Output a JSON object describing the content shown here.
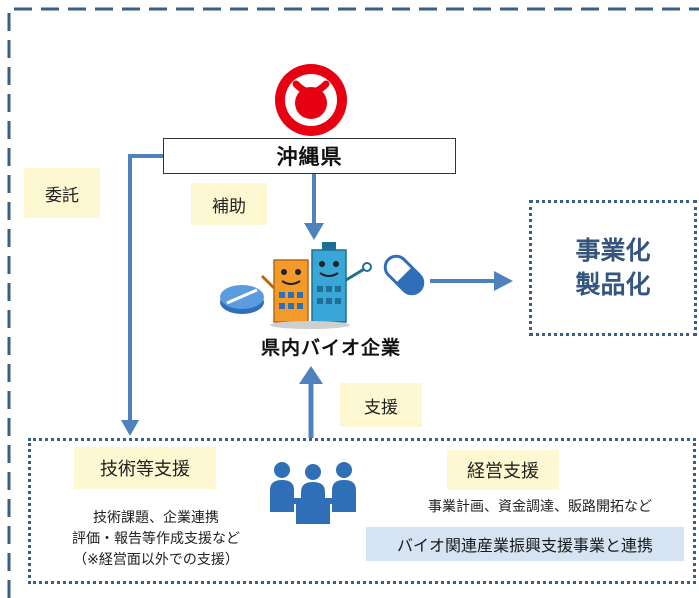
{
  "prefecture": {
    "name": "沖縄県"
  },
  "labels": {
    "consignment": "委託",
    "subsidy": "補助",
    "support": "支援"
  },
  "company": {
    "label": "県内バイオ企業"
  },
  "commercialization": {
    "line1": "事業化",
    "line2": "製品化"
  },
  "tech_support": {
    "title": "技術等支援",
    "lines": [
      "技術課題、企業連携",
      "評価・報告等作成支援など",
      "（※経営面以外での支援）"
    ]
  },
  "management_support": {
    "title": "経営支援",
    "detail": "事業計画、資金調達、販路開拓など",
    "collaboration": "バイオ関連産業振興支援事業と連携"
  },
  "colors": {
    "accent_blue": "#4f81bd",
    "dotted_border": "#3a5f86",
    "logo_red": "#e60012",
    "tag_yellow": "#fdf7d2",
    "collab_blue": "#d5e3f3"
  },
  "icons": [
    "okinawa-emblem-icon",
    "pill-tablet-icon",
    "building-characters-icon",
    "capsule-icon",
    "meeting-people-icon"
  ]
}
